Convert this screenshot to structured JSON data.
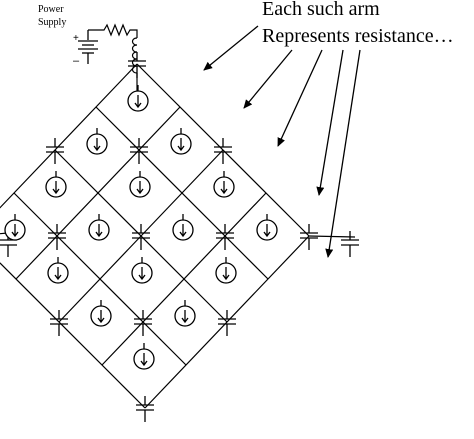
{
  "power_supply": {
    "line1": "Power",
    "line2": "Supply"
  },
  "annotation": {
    "line1": "Each such arm",
    "line2": "Represents resistance…"
  },
  "terminals": {
    "plus": "+",
    "minus": "–"
  }
}
